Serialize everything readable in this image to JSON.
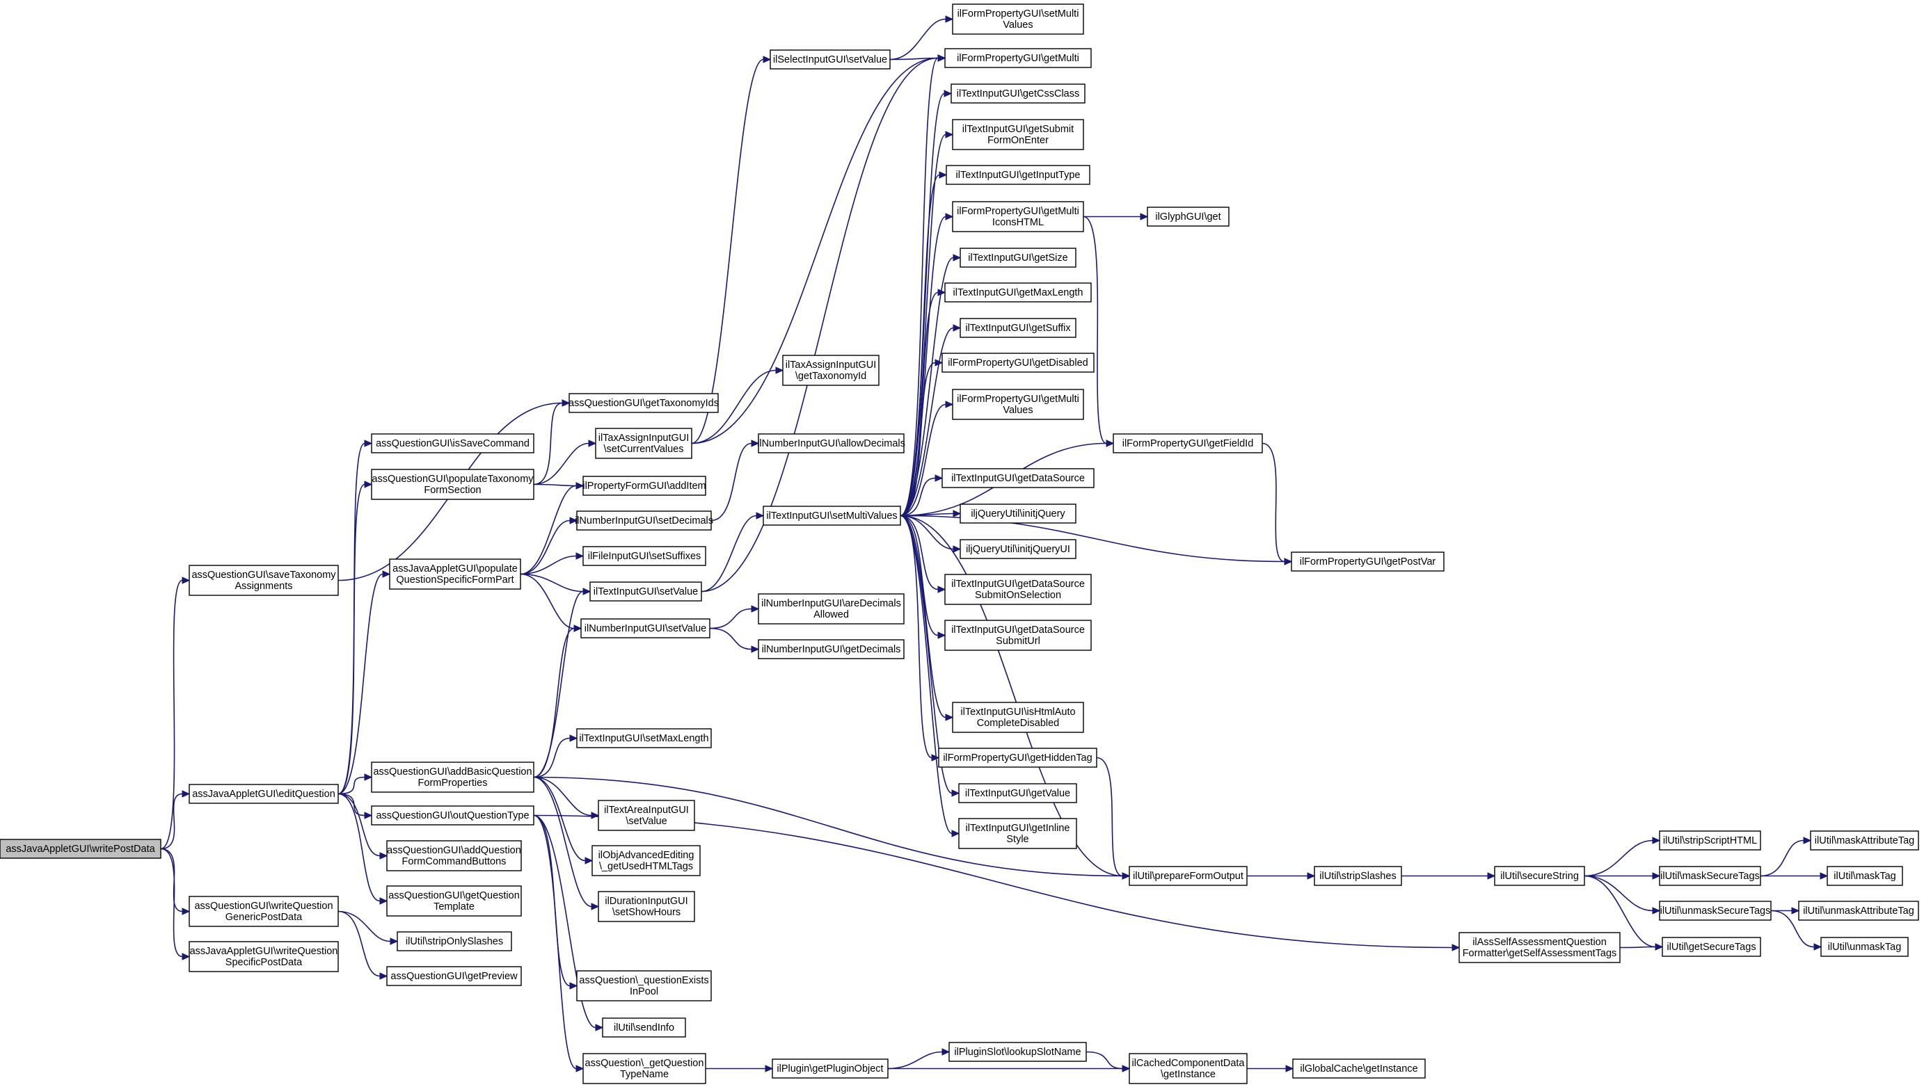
{
  "colors": {
    "edge": "#191970",
    "node_border": "#000000",
    "node_fill": "#ffffff",
    "root_fill": "#bfbfbf"
  },
  "nodes": [
    {
      "id": "writePostData",
      "lines": [
        "assJavaAppletGUI\\writePostData"
      ],
      "root": true
    },
    {
      "id": "saveTaxAssign",
      "lines": [
        "assQuestionGUI\\saveTaxonomy",
        "Assignments"
      ]
    },
    {
      "id": "editQuestion",
      "lines": [
        "assJavaAppletGUI\\editQuestion"
      ]
    },
    {
      "id": "writeGenericPostData",
      "lines": [
        "assQuestionGUI\\writeQuestion",
        "GenericPostData"
      ]
    },
    {
      "id": "writeSpecificPostData",
      "lines": [
        "assJavaAppletGUI\\writeQuestion",
        "SpecificPostData"
      ]
    },
    {
      "id": "getTaxonomyIds",
      "lines": [
        "assQuestionGUI\\getTaxonomyIds"
      ]
    },
    {
      "id": "isSaveCommand",
      "lines": [
        "assQuestionGUI\\isSaveCommand"
      ]
    },
    {
      "id": "populateTaxSection",
      "lines": [
        "assQuestionGUI\\populateTaxonomy",
        "FormSection"
      ]
    },
    {
      "id": "populateSpecificFormPart",
      "lines": [
        "assJavaAppletGUI\\populate",
        "QuestionSpecificFormPart"
      ]
    },
    {
      "id": "addBasicQuestionFormProps",
      "lines": [
        "assQuestionGUI\\addBasicQuestion",
        "FormProperties"
      ]
    },
    {
      "id": "outQuestionType",
      "lines": [
        "assQuestionGUI\\outQuestionType"
      ]
    },
    {
      "id": "addQuestionFormCommandButtons",
      "lines": [
        "assQuestionGUI\\addQuestion",
        "FormCommandButtons"
      ]
    },
    {
      "id": "getQuestionTemplate",
      "lines": [
        "assQuestionGUI\\getQuestion",
        "Template"
      ]
    },
    {
      "id": "stripOnlySlashes",
      "lines": [
        "ilUtil\\stripOnlySlashes"
      ]
    },
    {
      "id": "getPreview",
      "lines": [
        "assQuestionGUI\\getPreview"
      ]
    },
    {
      "id": "taxAssignSetCurrentValues",
      "lines": [
        "ilTaxAssignInputGUI",
        "\\setCurrentValues"
      ]
    },
    {
      "id": "propertyFormAddItem",
      "lines": [
        "ilPropertyFormGUI\\addItem"
      ]
    },
    {
      "id": "numberSetDecimals",
      "lines": [
        "ilNumberInputGUI\\setDecimals"
      ]
    },
    {
      "id": "fileSetSuffixes",
      "lines": [
        "ilFileInputGUI\\setSuffixes"
      ]
    },
    {
      "id": "textInputSetValue",
      "lines": [
        "ilTextInputGUI\\setValue"
      ]
    },
    {
      "id": "numberSetValue",
      "lines": [
        "ilNumberInputGUI\\setValue"
      ]
    },
    {
      "id": "textSetMaxLength",
      "lines": [
        "ilTextInputGUI\\setMaxLength"
      ]
    },
    {
      "id": "textAreaSetValue",
      "lines": [
        "ilTextAreaInputGUI",
        "\\setValue"
      ]
    },
    {
      "id": "getUsedHTMLTags",
      "lines": [
        "ilObjAdvancedEditing",
        "\\_getUsedHTMLTags"
      ]
    },
    {
      "id": "durationSetShowHours",
      "lines": [
        "ilDurationInputGUI",
        "\\setShowHours"
      ]
    },
    {
      "id": "questionExistsInPool",
      "lines": [
        "assQuestion\\_questionExists",
        "InPool"
      ]
    },
    {
      "id": "sendInfo",
      "lines": [
        "ilUtil\\sendInfo"
      ]
    },
    {
      "id": "getQuestionTypeName",
      "lines": [
        "assQuestion\\_getQuestion",
        "TypeName"
      ]
    },
    {
      "id": "selectSetValue",
      "lines": [
        "ilSelectInputGUI\\setValue"
      ]
    },
    {
      "id": "taxAssignGetTaxonomyId",
      "lines": [
        "ilTaxAssignInputGUI",
        "\\getTaxonomyId"
      ]
    },
    {
      "id": "numberAllowDecimals",
      "lines": [
        "ilNumberInputGUI\\allowDecimals"
      ]
    },
    {
      "id": "textSetMultiValues",
      "lines": [
        "ilTextInputGUI\\setMultiValues"
      ]
    },
    {
      "id": "numberAreDecimalsAllowed",
      "lines": [
        "ilNumberInputGUI\\areDecimals",
        "Allowed"
      ]
    },
    {
      "id": "numberGetDecimals",
      "lines": [
        "ilNumberInputGUI\\getDecimals"
      ]
    },
    {
      "id": "pluginGetPluginObject",
      "lines": [
        "ilPlugin\\getPluginObject"
      ]
    },
    {
      "id": "fpSetMultiValues",
      "lines": [
        "ilFormPropertyGUI\\setMulti",
        "Values"
      ]
    },
    {
      "id": "fpGetMulti",
      "lines": [
        "ilFormPropertyGUI\\getMulti"
      ]
    },
    {
      "id": "textGetCssClass",
      "lines": [
        "ilTextInputGUI\\getCssClass"
      ]
    },
    {
      "id": "textGetSubmitFormOnEnter",
      "lines": [
        "ilTextInputGUI\\getSubmit",
        "FormOnEnter"
      ]
    },
    {
      "id": "textGetInputType",
      "lines": [
        "ilTextInputGUI\\getInputType"
      ]
    },
    {
      "id": "fpGetMultiIconsHTML",
      "lines": [
        "ilFormPropertyGUI\\getMulti",
        "IconsHTML"
      ]
    },
    {
      "id": "textGetSize",
      "lines": [
        "ilTextInputGUI\\getSize"
      ]
    },
    {
      "id": "textGetMaxLength",
      "lines": [
        "ilTextInputGUI\\getMaxLength"
      ]
    },
    {
      "id": "textGetSuffix",
      "lines": [
        "ilTextInputGUI\\getSuffix"
      ]
    },
    {
      "id": "fpGetDisabled",
      "lines": [
        "ilFormPropertyGUI\\getDisabled"
      ]
    },
    {
      "id": "fpGetMultiValues",
      "lines": [
        "ilFormPropertyGUI\\getMulti",
        "Values"
      ]
    },
    {
      "id": "textGetDataSource",
      "lines": [
        "ilTextInputGUI\\getDataSource"
      ]
    },
    {
      "id": "jqInitjQuery",
      "lines": [
        "iljQueryUtil\\initjQuery"
      ]
    },
    {
      "id": "jqInitjQueryUI",
      "lines": [
        "iljQueryUtil\\initjQueryUI"
      ]
    },
    {
      "id": "textGetDSSubmitOnSelection",
      "lines": [
        "ilTextInputGUI\\getDataSource",
        "SubmitOnSelection"
      ]
    },
    {
      "id": "textGetDSSubmitUrl",
      "lines": [
        "ilTextInputGUI\\getDataSource",
        "SubmitUrl"
      ]
    },
    {
      "id": "textIsHtmlAutoCompleteDisabled",
      "lines": [
        "ilTextInputGUI\\isHtmlAuto",
        "CompleteDisabled"
      ]
    },
    {
      "id": "fpGetHiddenTag",
      "lines": [
        "ilFormPropertyGUI\\getHiddenTag"
      ]
    },
    {
      "id": "textGetValue",
      "lines": [
        "ilTextInputGUI\\getValue"
      ]
    },
    {
      "id": "textGetInlineStyle",
      "lines": [
        "ilTextInputGUI\\getInline",
        "Style"
      ]
    },
    {
      "id": "pluginSlotLookupSlotName",
      "lines": [
        "ilPluginSlot\\lookupSlotName"
      ]
    },
    {
      "id": "glyphGet",
      "lines": [
        "ilGlyphGUI\\get"
      ]
    },
    {
      "id": "fpGetFieldId",
      "lines": [
        "ilFormPropertyGUI\\getFieldId"
      ]
    },
    {
      "id": "prepareFormOutput",
      "lines": [
        "ilUtil\\prepareFormOutput"
      ]
    },
    {
      "id": "cachedGetInstance",
      "lines": [
        "ilCachedComponentData",
        "\\getInstance"
      ]
    },
    {
      "id": "fpGetPostVar",
      "lines": [
        "ilFormPropertyGUI\\getPostVar"
      ]
    },
    {
      "id": "stripSlashes",
      "lines": [
        "ilUtil\\stripSlashes"
      ]
    },
    {
      "id": "selfAssessmentTags",
      "lines": [
        "ilAssSelfAssessmentQuestion",
        "Formatter\\getSelfAssessmentTags"
      ]
    },
    {
      "id": "globalCacheGetInstance",
      "lines": [
        "ilGlobalCache\\getInstance"
      ]
    },
    {
      "id": "secureString",
      "lines": [
        "ilUtil\\secureString"
      ]
    },
    {
      "id": "stripScriptHTML",
      "lines": [
        "ilUtil\\stripScriptHTML"
      ]
    },
    {
      "id": "maskSecureTags",
      "lines": [
        "ilUtil\\maskSecureTags"
      ]
    },
    {
      "id": "unmaskSecureTags",
      "lines": [
        "ilUtil\\unmaskSecureTags"
      ]
    },
    {
      "id": "getSecureTags",
      "lines": [
        "ilUtil\\getSecureTags"
      ]
    },
    {
      "id": "maskAttributeTag",
      "lines": [
        "ilUtil\\maskAttributeTag"
      ]
    },
    {
      "id": "maskTag",
      "lines": [
        "ilUtil\\maskTag"
      ]
    },
    {
      "id": "unmaskAttributeTag",
      "lines": [
        "ilUtil\\unmaskAttributeTag"
      ]
    },
    {
      "id": "unmaskTag",
      "lines": [
        "ilUtil\\unmaskTag"
      ]
    }
  ],
  "edges": [
    [
      "writePostData",
      "saveTaxAssign"
    ],
    [
      "writePostData",
      "editQuestion"
    ],
    [
      "writePostData",
      "writeGenericPostData"
    ],
    [
      "writePostData",
      "writeSpecificPostData"
    ],
    [
      "saveTaxAssign",
      "getTaxonomyIds"
    ],
    [
      "editQuestion",
      "isSaveCommand"
    ],
    [
      "editQuestion",
      "populateTaxSection"
    ],
    [
      "editQuestion",
      "populateSpecificFormPart"
    ],
    [
      "editQuestion",
      "addBasicQuestionFormProps"
    ],
    [
      "editQuestion",
      "outQuestionType"
    ],
    [
      "editQuestion",
      "addQuestionFormCommandButtons"
    ],
    [
      "editQuestion",
      "getQuestionTemplate"
    ],
    [
      "writeGenericPostData",
      "stripOnlySlashes"
    ],
    [
      "writeGenericPostData",
      "getPreview"
    ],
    [
      "populateTaxSection",
      "getTaxonomyIds"
    ],
    [
      "populateTaxSection",
      "taxAssignSetCurrentValues"
    ],
    [
      "populateTaxSection",
      "propertyFormAddItem"
    ],
    [
      "populateSpecificFormPart",
      "numberSetDecimals"
    ],
    [
      "populateSpecificFormPart",
      "fileSetSuffixes"
    ],
    [
      "populateSpecificFormPart",
      "textInputSetValue"
    ],
    [
      "populateSpecificFormPart",
      "numberSetValue"
    ],
    [
      "populateSpecificFormPart",
      "propertyFormAddItem"
    ],
    [
      "addBasicQuestionFormProps",
      "textInputSetValue"
    ],
    [
      "addBasicQuestionFormProps",
      "numberSetValue"
    ],
    [
      "addBasicQuestionFormProps",
      "textSetMaxLength"
    ],
    [
      "addBasicQuestionFormProps",
      "textAreaSetValue"
    ],
    [
      "addBasicQuestionFormProps",
      "getUsedHTMLTags"
    ],
    [
      "addBasicQuestionFormProps",
      "durationSetShowHours"
    ],
    [
      "addBasicQuestionFormProps",
      "prepareFormOutput"
    ],
    [
      "outQuestionType",
      "questionExistsInPool"
    ],
    [
      "outQuestionType",
      "sendInfo"
    ],
    [
      "outQuestionType",
      "getQuestionTypeName"
    ],
    [
      "outQuestionType",
      "selfAssessmentTags"
    ],
    [
      "taxAssignSetCurrentValues",
      "selectSetValue"
    ],
    [
      "taxAssignSetCurrentValues",
      "taxAssignGetTaxonomyId"
    ],
    [
      "taxAssignSetCurrentValues",
      "fpGetMulti"
    ],
    [
      "numberSetDecimals",
      "numberAllowDecimals"
    ],
    [
      "textInputSetValue",
      "textSetMultiValues"
    ],
    [
      "textInputSetValue",
      "fpGetMulti"
    ],
    [
      "numberSetValue",
      "numberAreDecimalsAllowed"
    ],
    [
      "numberSetValue",
      "numberGetDecimals"
    ],
    [
      "getQuestionTypeName",
      "pluginGetPluginObject"
    ],
    [
      "selectSetValue",
      "fpSetMultiValues"
    ],
    [
      "selectSetValue",
      "fpGetMulti"
    ],
    [
      "textSetMultiValues",
      "fpGetMulti"
    ],
    [
      "textSetMultiValues",
      "textGetCssClass"
    ],
    [
      "textSetMultiValues",
      "textGetSubmitFormOnEnter"
    ],
    [
      "textSetMultiValues",
      "textGetInputType"
    ],
    [
      "textSetMultiValues",
      "fpGetMultiIconsHTML"
    ],
    [
      "textSetMultiValues",
      "textGetSize"
    ],
    [
      "textSetMultiValues",
      "textGetMaxLength"
    ],
    [
      "textSetMultiValues",
      "textGetSuffix"
    ],
    [
      "textSetMultiValues",
      "fpGetDisabled"
    ],
    [
      "textSetMultiValues",
      "fpGetMultiValues"
    ],
    [
      "textSetMultiValues",
      "fpGetFieldId"
    ],
    [
      "textSetMultiValues",
      "textGetDataSource"
    ],
    [
      "textSetMultiValues",
      "jqInitjQuery"
    ],
    [
      "textSetMultiValues",
      "jqInitjQueryUI"
    ],
    [
      "textSetMultiValues",
      "fpGetPostVar"
    ],
    [
      "textSetMultiValues",
      "textGetDSSubmitOnSelection"
    ],
    [
      "textSetMultiValues",
      "textGetDSSubmitUrl"
    ],
    [
      "textSetMultiValues",
      "textIsHtmlAutoCompleteDisabled"
    ],
    [
      "textSetMultiValues",
      "fpGetHiddenTag"
    ],
    [
      "textSetMultiValues",
      "textGetValue"
    ],
    [
      "textSetMultiValues",
      "textGetInlineStyle"
    ],
    [
      "textSetMultiValues",
      "prepareFormOutput"
    ],
    [
      "pluginGetPluginObject",
      "pluginSlotLookupSlotName"
    ],
    [
      "pluginGetPluginObject",
      "cachedGetInstance"
    ],
    [
      "pluginSlotLookupSlotName",
      "cachedGetInstance"
    ],
    [
      "fpGetMultiIconsHTML",
      "glyphGet"
    ],
    [
      "fpGetMultiIconsHTML",
      "fpGetFieldId"
    ],
    [
      "fpGetFieldId",
      "fpGetPostVar"
    ],
    [
      "fpGetHiddenTag",
      "prepareFormOutput"
    ],
    [
      "prepareFormOutput",
      "stripSlashes"
    ],
    [
      "stripSlashes",
      "secureString"
    ],
    [
      "cachedGetInstance",
      "globalCacheGetInstance"
    ],
    [
      "selfAssessmentTags",
      "getSecureTags"
    ],
    [
      "secureString",
      "stripScriptHTML"
    ],
    [
      "secureString",
      "maskSecureTags"
    ],
    [
      "secureString",
      "unmaskSecureTags"
    ],
    [
      "secureString",
      "getSecureTags"
    ],
    [
      "maskSecureTags",
      "maskAttributeTag"
    ],
    [
      "maskSecureTags",
      "maskTag"
    ],
    [
      "unmaskSecureTags",
      "unmaskAttributeTag"
    ],
    [
      "unmaskSecureTags",
      "unmaskTag"
    ]
  ]
}
